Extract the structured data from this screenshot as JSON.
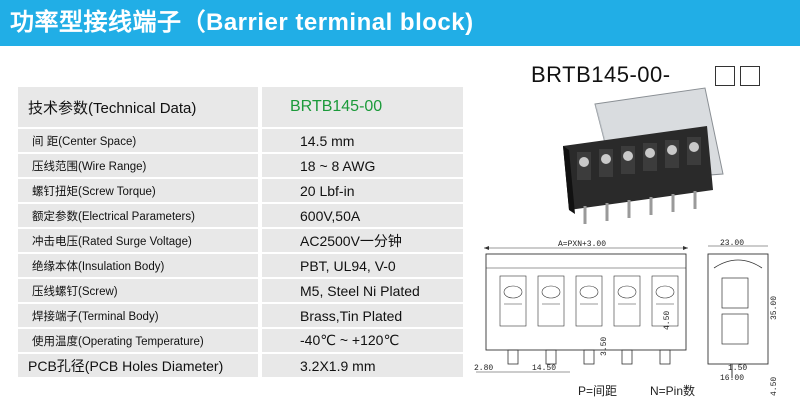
{
  "header": {
    "title": "功率型接线端子（Barrier terminal block)"
  },
  "model": {
    "code": "BRTB145-00-"
  },
  "spec": {
    "header_label": "技术参数(Technical Data)",
    "header_value": "BRTB145-00",
    "rows": [
      {
        "label": "间    距(Center Space)",
        "value": "14.5  mm"
      },
      {
        "label": "压线范围(Wire Range)",
        "value": "18 ~ 8 AWG"
      },
      {
        "label": "螺钉扭矩(Screw Torque)",
        "value": "20 Lbf-in"
      },
      {
        "label": "额定参数(Electrical Parameters)",
        "value": "600V,50A"
      },
      {
        "label": "冲击电压(Rated Surge Voltage)",
        "value": "AC2500V一分钟"
      },
      {
        "label": "绝缘本体(Insulation Body)",
        "value": "PBT, UL94, V-0"
      },
      {
        "label": "压线螺钉(Screw)",
        "value": "M5, Steel Ni Plated"
      },
      {
        "label": "焊接端子(Terminal Body)",
        "value": "Brass,Tin Plated"
      },
      {
        "label": "使用温度(Operating Temperature)",
        "value": "-40℃ ~ +120℃"
      },
      {
        "label": "PCB孔径(PCB Holes Diameter)",
        "value": "3.2X1.9  mm"
      }
    ]
  },
  "drawing": {
    "dim_overall": "A=PXN+3.00",
    "dim_width": "23.00",
    "dim_height": "35.00",
    "dim_pin_height": "4.50",
    "dim_bottom_right": "4.50",
    "dim_pitch": "14.50",
    "dim_left_edge": "2.80",
    "dim_pin_offset": "3.50",
    "dim_side_a": "1.50",
    "dim_side_b": "16.00",
    "legend_p": "P=间距",
    "legend_n": "N=Pin数"
  },
  "colors": {
    "banner": "#21aee6",
    "table_cell": "#e8e8e8",
    "model_green": "#1b9a3a"
  }
}
